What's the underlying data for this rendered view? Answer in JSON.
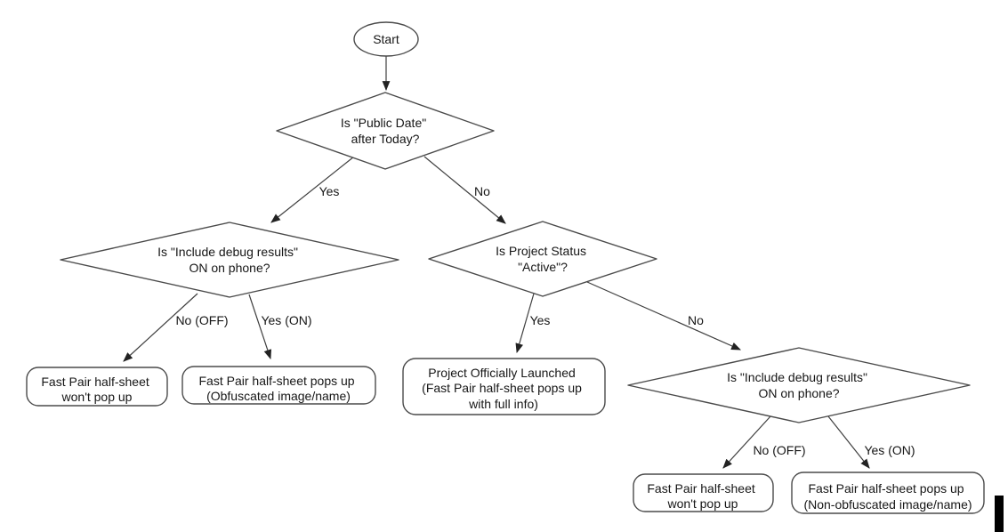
{
  "diagram": {
    "type": "flowchart",
    "colors": {
      "background": "#ffffff",
      "shape_stroke": "#4a4a4a",
      "edge_stroke": "#3f3f3f",
      "text": "#161616",
      "cursor_bar": "#000000"
    },
    "nodes": [
      {
        "id": "start",
        "shape": "terminator",
        "label": "Start"
      },
      {
        "id": "d1",
        "shape": "decision",
        "lines": [
          "Is \"Public Date\"",
          "after Today?"
        ]
      },
      {
        "id": "d2",
        "shape": "decision",
        "lines": [
          "Is \"Include debug results\"",
          "ON on phone?"
        ]
      },
      {
        "id": "d3",
        "shape": "decision",
        "lines": [
          "Is Project Status",
          "\"Active\"?"
        ]
      },
      {
        "id": "d4",
        "shape": "decision",
        "lines": [
          "Is \"Include debug results\"",
          "ON on phone?"
        ]
      },
      {
        "id": "b1",
        "shape": "process",
        "lines": [
          "Fast Pair half-sheet",
          "won't pop up"
        ]
      },
      {
        "id": "b2",
        "shape": "process",
        "lines": [
          "Fast Pair half-sheet pops up",
          "(Obfuscated image/name)"
        ]
      },
      {
        "id": "b3",
        "shape": "process",
        "lines": [
          "Project Officially Launched",
          "(Fast Pair half-sheet pops up",
          "with full info)"
        ]
      },
      {
        "id": "b4",
        "shape": "process",
        "lines": [
          "Fast Pair half-sheet",
          "won't pop up"
        ]
      },
      {
        "id": "b5",
        "shape": "process",
        "lines": [
          "Fast Pair half-sheet pops up",
          "(Non-obfuscated image/name)"
        ]
      }
    ],
    "edges": [
      {
        "from": "start",
        "to": "d1",
        "label": ""
      },
      {
        "from": "d1",
        "to": "d2",
        "label": "Yes"
      },
      {
        "from": "d1",
        "to": "d3",
        "label": "No"
      },
      {
        "from": "d2",
        "to": "b1",
        "label": "No (OFF)"
      },
      {
        "from": "d2",
        "to": "b2",
        "label": "Yes (ON)"
      },
      {
        "from": "d3",
        "to": "b3",
        "label": "Yes"
      },
      {
        "from": "d3",
        "to": "d4",
        "label": "No"
      },
      {
        "from": "d4",
        "to": "b4",
        "label": "No (OFF)"
      },
      {
        "from": "d4",
        "to": "b5",
        "label": "Yes (ON)"
      }
    ]
  }
}
